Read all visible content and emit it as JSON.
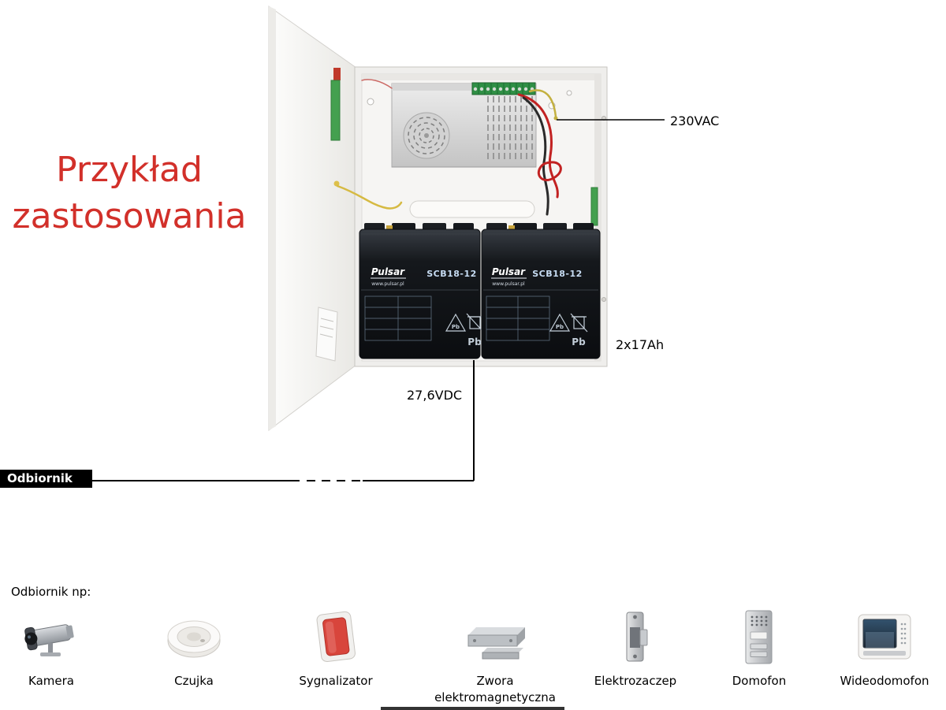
{
  "title": {
    "line1": "Przykład",
    "line2": "zastosowania"
  },
  "annotations": {
    "mains_voltage": "230VAC",
    "battery_capacity": "2x17Ah",
    "dc_voltage": "27,6VDC",
    "receiver_box": "Odbiornik",
    "receiver_examples_heading": "Odbiornik np:"
  },
  "psu": {
    "battery_brand": "Pulsar",
    "battery_brand_url": "www.pulsar.pl",
    "battery_model": "SCB18-12",
    "battery_chem_symbol": "Pb"
  },
  "receivers": [
    {
      "label": "Kamera",
      "icon": "camera-icon"
    },
    {
      "label": "Czujka",
      "icon": "smoke-detector-icon"
    },
    {
      "label": "Sygnalizator",
      "icon": "siren-icon"
    },
    {
      "label": "Zwora elektromagnetyczna",
      "icon": "magnetic-lock-icon"
    },
    {
      "label": "Elektrozaczep",
      "icon": "electric-strike-icon"
    },
    {
      "label": "Domofon",
      "icon": "intercom-icon"
    },
    {
      "label": "Wideodomofon",
      "icon": "video-intercom-icon"
    }
  ],
  "colors": {
    "title_red": "#d2302a",
    "receiver_box_bg": "#000000",
    "siren_red": "#d8453c",
    "battery_black": "#101215",
    "pcb_green": "#44a04f"
  }
}
